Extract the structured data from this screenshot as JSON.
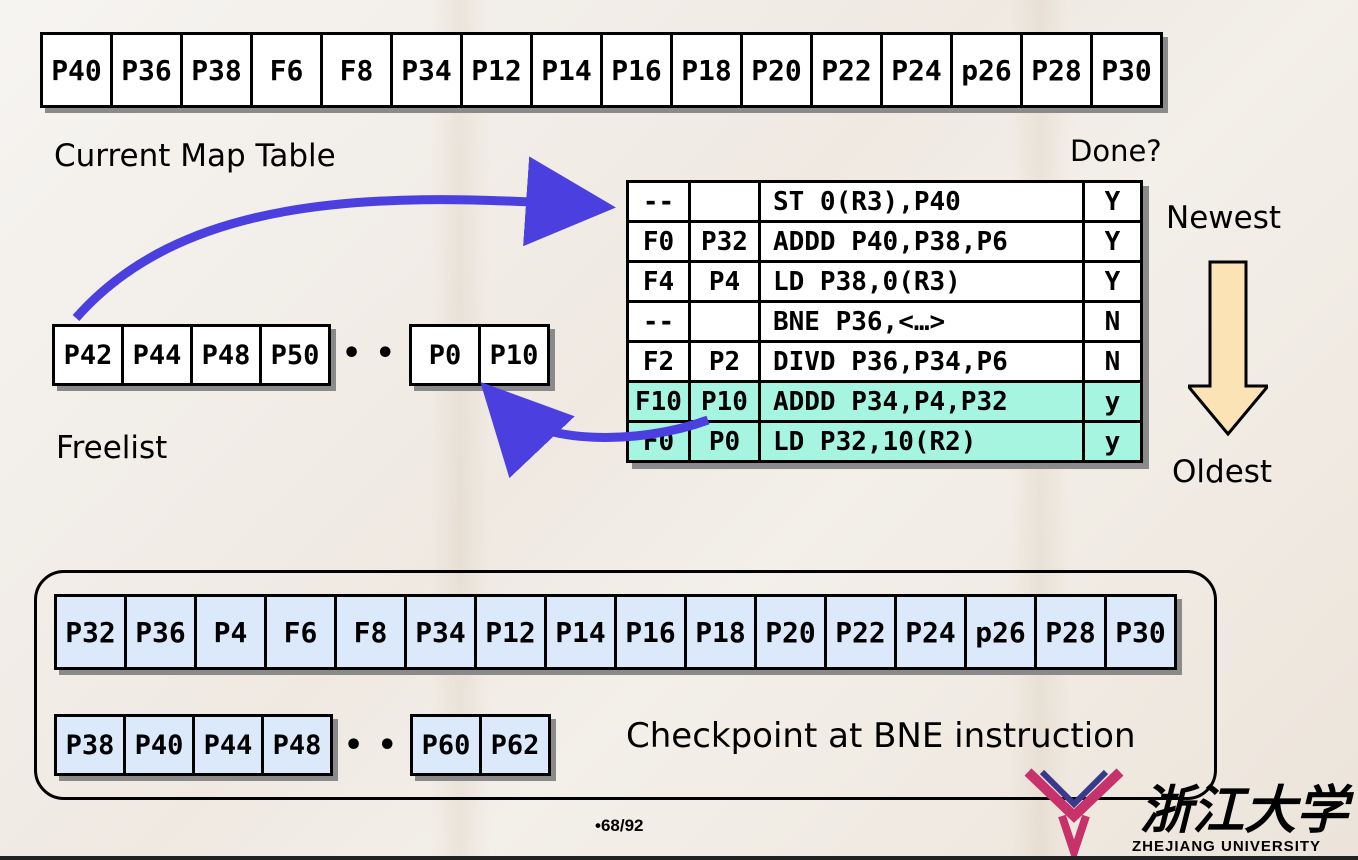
{
  "map_table": {
    "label": "Current Map Table",
    "cells": [
      "P40",
      "P36",
      "P38",
      "F6",
      "F8",
      "P34",
      "P12",
      "P14",
      "P16",
      "P18",
      "P20",
      "P22",
      "P24",
      "p26",
      "P28",
      "P30"
    ]
  },
  "freelist": {
    "label": "Freelist",
    "cells_left": [
      "P42",
      "P44",
      "P48",
      "P50"
    ],
    "dots": "• • •",
    "cells_right": [
      "P0",
      "P10"
    ]
  },
  "rob": {
    "done_label": "Done?",
    "newest_label": "Newest",
    "oldest_label": "Oldest",
    "rows": [
      {
        "arch": "--",
        "phys": "",
        "instr": "ST 0(R3),P40",
        "done": "Y",
        "highlight": false
      },
      {
        "arch": "F0",
        "phys": "P32",
        "instr": "ADDD P40,P38,P6",
        "done": "Y",
        "highlight": false
      },
      {
        "arch": "F4",
        "phys": "P4",
        "instr": "LD P38,0(R3)",
        "done": "Y",
        "highlight": false
      },
      {
        "arch": "--",
        "phys": "",
        "instr": "BNE P36,<…>",
        "done": "N",
        "highlight": false
      },
      {
        "arch": "F2",
        "phys": "P2",
        "instr": "DIVD P36,P34,P6",
        "done": "N",
        "highlight": false
      },
      {
        "arch": "F10",
        "phys": "P10",
        "instr": "ADDD P34,P4,P32",
        "done": "y",
        "highlight": true
      },
      {
        "arch": "F0",
        "phys": "P0",
        "instr": "LD P32,10(R2)",
        "done": "y",
        "highlight": true
      }
    ]
  },
  "checkpoint": {
    "label": "Checkpoint at BNE instruction",
    "map_cells": [
      "P32",
      "P36",
      "P4",
      "F6",
      "F8",
      "P34",
      "P12",
      "P14",
      "P16",
      "P18",
      "P20",
      "P22",
      "P24",
      "p26",
      "P28",
      "P30"
    ],
    "free_left": [
      "P38",
      "P40",
      "P44",
      "P48"
    ],
    "dots": "• • •",
    "free_right": [
      "P60",
      "P62"
    ]
  },
  "footer": {
    "page": "•68/92",
    "university_en": "ZHEJIANG UNIVERSITY",
    "university_cn": "浙江大学"
  },
  "colors": {
    "arrow": "#4b3fe0",
    "highlight_row": "#a5f5e1",
    "checkpoint_cell": "#dbe9fb",
    "arrow_down_fill": "#fbe3b6"
  }
}
